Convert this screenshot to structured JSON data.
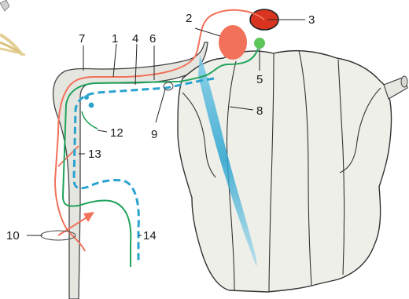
{
  "labels": {
    "l1": "1",
    "l2": "2",
    "l3": "3",
    "l4": "4",
    "l5": "5",
    "l6": "6",
    "l7": "7",
    "l8": "8",
    "l9": "9",
    "l10": "10",
    "l12": "12",
    "l13": "13",
    "l14": "14"
  },
  "colors": {
    "red_path": "#f2715a",
    "green_path": "#1fa35a",
    "blue_path": "#2aa3cf",
    "nucleus_2": "#f2715a",
    "nucleus_3": "#d9341f",
    "nucleus_5": "#5cc65a",
    "cerebellum_fill": "#efefea",
    "cerebellum_stroke": "#333333",
    "stalk_fill": "#e6e6e1"
  }
}
